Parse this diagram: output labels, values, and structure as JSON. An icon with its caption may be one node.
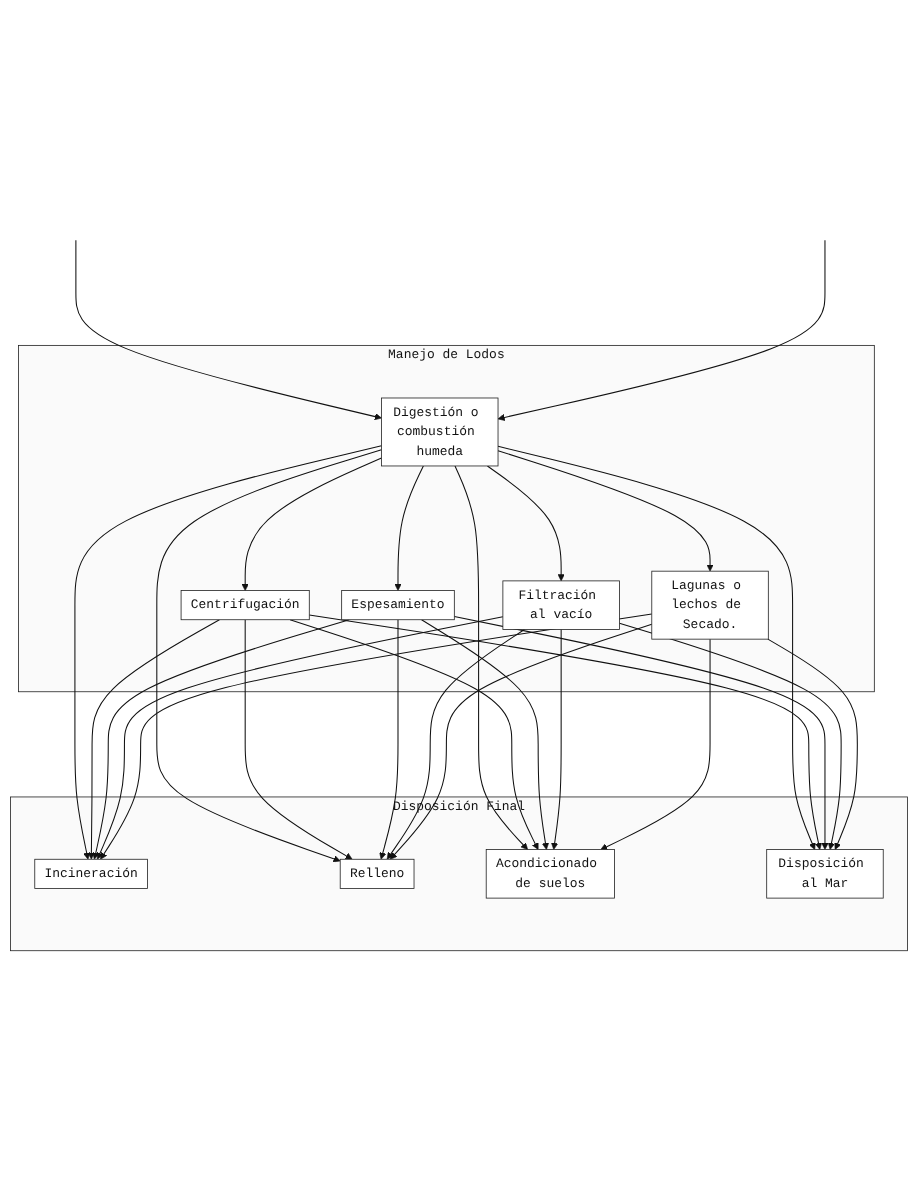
{
  "diagram": {
    "nodes": [
      {
        "text": [
          "Manejo de Lodos"
        ]
      },
      {
        "text": [
          "Disposición Final"
        ]
      },
      {
        "text": [
          "Digestión o combustión humeda"
        ],
        "in": 0
      },
      {
        "text": [
          "Centrifugación"
        ],
        "in": 0
      },
      {
        "text": [
          "Espesamiento"
        ],
        "in": 0
      },
      {
        "text": [
          "Filtración al vacío"
        ],
        "in": 0
      },
      {
        "text": [
          "Lagunas o lechos de Secado."
        ],
        "in": 0
      },
      {
        "text": [
          "Incineración"
        ],
        "in": 1
      },
      {
        "text": [
          "Relleno"
        ],
        "in": 1
      },
      {
        "text": [
          "Acondicionado de suelos"
        ],
        "in": 1
      },
      {
        "text": [
          "Disposición al Mar"
        ],
        "in": 1
      }
    ],
    "edges": [
      {
        "from": null,
        "to": 2,
        "arrow": "to"
      },
      {
        "from": null,
        "to": 2,
        "arrow": "to"
      },
      {
        "from": 2,
        "to": 3,
        "arrow": "to"
      },
      {
        "from": 2,
        "to": 4,
        "arrow": "to"
      },
      {
        "from": 2,
        "to": 5,
        "arrow": "to"
      },
      {
        "from": 2,
        "to": 6,
        "arrow": "to"
      },
      {
        "from": 2,
        "to": 7,
        "arrow": "to"
      },
      {
        "from": 2,
        "to": 8,
        "arrow": "to"
      },
      {
        "from": 2,
        "to": 9,
        "arrow": "to"
      },
      {
        "from": 2,
        "to": 10,
        "arrow": "to"
      },
      {
        "from": 3,
        "to": 7,
        "arrow": "to"
      },
      {
        "from": 3,
        "to": 8,
        "arrow": "to"
      },
      {
        "from": 3,
        "to": 9,
        "arrow": "to"
      },
      {
        "from": 3,
        "to": 10,
        "arrow": "to"
      },
      {
        "from": 4,
        "to": 7,
        "arrow": "to"
      },
      {
        "from": 4,
        "to": 8,
        "arrow": "to"
      },
      {
        "from": 4,
        "to": 9,
        "arrow": "to"
      },
      {
        "from": 4,
        "to": 10,
        "arrow": "to"
      },
      {
        "from": 5,
        "to": 7,
        "arrow": "to"
      },
      {
        "from": 5,
        "to": 8,
        "arrow": "to"
      },
      {
        "from": 5,
        "to": 9,
        "arrow": "to"
      },
      {
        "from": 5,
        "to": 10,
        "arrow": "to"
      },
      {
        "from": 6,
        "to": 7,
        "arrow": "to"
      },
      {
        "from": 6,
        "to": 8,
        "arrow": "to"
      },
      {
        "from": 6,
        "to": 9,
        "arrow": "to"
      },
      {
        "from": 6,
        "to": 10,
        "arrow": "to"
      }
    ]
  }
}
